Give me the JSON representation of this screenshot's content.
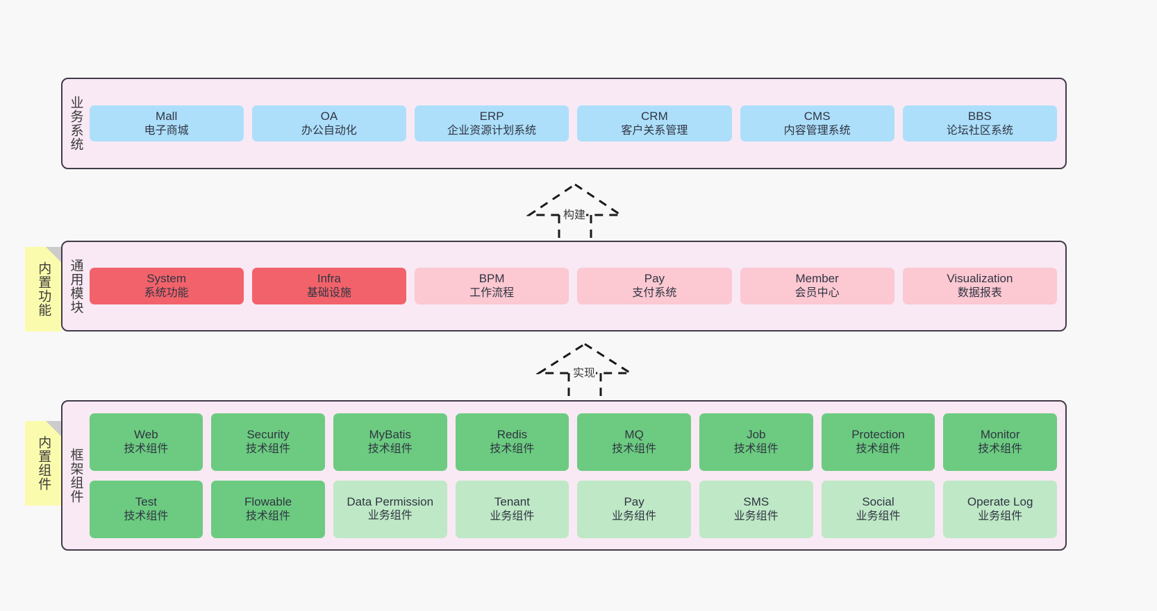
{
  "diagram": {
    "title": "",
    "background": "#f8f8f8",
    "colors": {
      "layer_fill": "#f8e9f4",
      "layer_border": "#413a49",
      "business_card": "#addffb",
      "core_module": "#f2626a",
      "optional_module": "#fcc8d2",
      "tech_component": "#6ccb80",
      "business_component": "#bfe8c6",
      "note_fill": "#fbfbad",
      "note_fold": "#cccccc"
    }
  },
  "layers": [
    {
      "id": "business-system",
      "title": "业务系统",
      "note": null,
      "rows": [
        {
          "cards": [
            {
              "en": "Mall",
              "cn": "电子商城",
              "style": "blue"
            },
            {
              "en": "OA",
              "cn": "办公自动化",
              "style": "blue"
            },
            {
              "en": "ERP",
              "cn": "企业资源计划系统",
              "style": "blue"
            },
            {
              "en": "CRM",
              "cn": "客户关系管理",
              "style": "blue"
            },
            {
              "en": "CMS",
              "cn": "内容管理系统",
              "style": "blue"
            },
            {
              "en": "BBS",
              "cn": "论坛社区系统",
              "style": "blue"
            }
          ]
        }
      ]
    },
    {
      "id": "common-module",
      "title": "通用模块",
      "note": "内置功能",
      "rows": [
        {
          "cards": [
            {
              "en": "System",
              "cn": "系统功能",
              "style": "red"
            },
            {
              "en": "Infra",
              "cn": "基础设施",
              "style": "red"
            },
            {
              "en": "BPM",
              "cn": "工作流程",
              "style": "pink"
            },
            {
              "en": "Pay",
              "cn": "支付系统",
              "style": "pink"
            },
            {
              "en": "Member",
              "cn": "会员中心",
              "style": "pink"
            },
            {
              "en": "Visualization",
              "cn": "数据报表",
              "style": "pink"
            }
          ]
        }
      ]
    },
    {
      "id": "framework-component",
      "title": "框架组件",
      "note": "内置组件",
      "rows": [
        {
          "cards": [
            {
              "en": "Web",
              "cn": "技术组件",
              "style": "green"
            },
            {
              "en": "Security",
              "cn": "技术组件",
              "style": "green"
            },
            {
              "en": "MyBatis",
              "cn": "技术组件",
              "style": "green"
            },
            {
              "en": "Redis",
              "cn": "技术组件",
              "style": "green"
            },
            {
              "en": "MQ",
              "cn": "技术组件",
              "style": "green"
            },
            {
              "en": "Job",
              "cn": "技术组件",
              "style": "green"
            },
            {
              "en": "Protection",
              "cn": "技术组件",
              "style": "green"
            },
            {
              "en": "Monitor",
              "cn": "技术组件",
              "style": "green"
            }
          ]
        },
        {
          "cards": [
            {
              "en": "Test",
              "cn": "技术组件",
              "style": "green"
            },
            {
              "en": "Flowable",
              "cn": "技术组件",
              "style": "green"
            },
            {
              "en": "Data Permission",
              "cn": "业务组件",
              "style": "lightgreen"
            },
            {
              "en": "Tenant",
              "cn": "业务组件",
              "style": "lightgreen"
            },
            {
              "en": "Pay",
              "cn": "业务组件",
              "style": "lightgreen"
            },
            {
              "en": "SMS",
              "cn": "业务组件",
              "style": "lightgreen"
            },
            {
              "en": "Social",
              "cn": "业务组件",
              "style": "lightgreen"
            },
            {
              "en": "Operate Log",
              "cn": "业务组件",
              "style": "lightgreen"
            }
          ]
        }
      ]
    }
  ],
  "connectors": [
    {
      "id": "build",
      "label": "构建",
      "from": "common-module",
      "to": "business-system"
    },
    {
      "id": "implement",
      "label": "实现",
      "from": "framework-component",
      "to": "common-module"
    }
  ]
}
